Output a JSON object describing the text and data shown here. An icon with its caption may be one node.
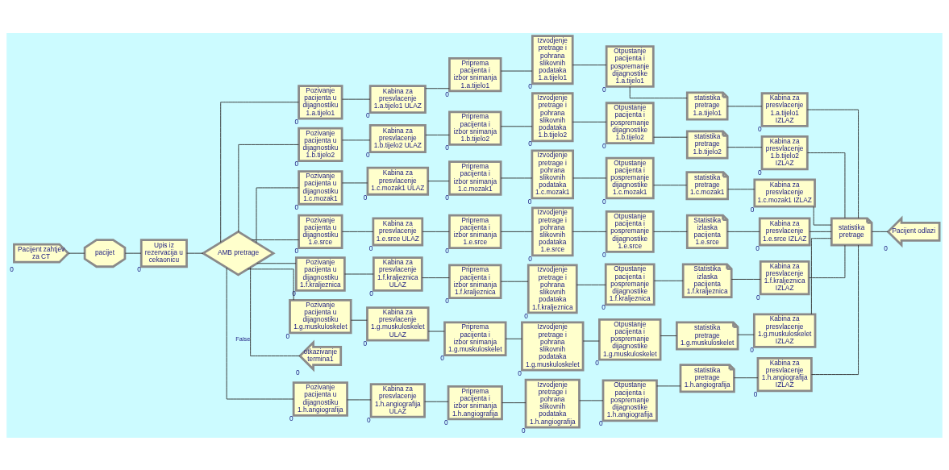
{
  "diagram": {
    "nodes": [
      {
        "text": [
          "Pacijent zahtjev za CT"
        ],
        "beside": [
          "0"
        ]
      },
      {
        "text": [
          "pacijet"
        ]
      },
      {
        "text": [
          "Upis iz rezervacija u cekaonicu"
        ],
        "beside": [
          "0"
        ]
      },
      {
        "text": [
          "AMB pretrage"
        ]
      },
      {
        "text": [
          "Pozivanje pacijenta u dijagnostiku 1.a.tijelo1"
        ],
        "beside": [
          "0"
        ]
      },
      {
        "text": [
          "Kabina za presvlacenje 1.a.tijelo1 ULAZ"
        ],
        "beside": [
          "0"
        ]
      },
      {
        "text": [
          "Priprema pacijenta i izbor snimanja 1.a.tijelo1"
        ],
        "beside": [
          "0"
        ]
      },
      {
        "text": [
          "Izvodjenje pretrage i pohrana slikovnih podataka 1.a.tijelo1"
        ],
        "beside": [
          "0"
        ]
      },
      {
        "text": [
          "Otpustanje pacijenta i pospremanje dijagnostike 1.a.tijelo1"
        ],
        "beside": [
          "0"
        ]
      },
      {
        "text": [
          "statistika pretrage 1.a.tijelo1"
        ]
      },
      {
        "text": [
          "Kabina za presvlacenje 1.a.tijelo1 IZLAZ"
        ],
        "beside": [
          "0"
        ]
      },
      {
        "text": [
          "Pozivanje pacijenta u dijagnostiku 1.b.tijelo2"
        ],
        "beside": [
          "0"
        ]
      },
      {
        "text": [
          "Kabina za presvlacenje 1.b.tijelo2 ULAZ"
        ],
        "beside": [
          "0"
        ]
      },
      {
        "text": [
          "Priprema pacijenta i izbor snimanja 1.b.tijelo2"
        ],
        "beside": [
          "0"
        ]
      },
      {
        "text": [
          "Izvodjenje pretrage i pohrana slikovnih podataka 1.b.tijelo2"
        ],
        "beside": [
          "0"
        ]
      },
      {
        "text": [
          "Otpustanje pacijenta i pospremanje dijagnostike 1.b.tijelo2"
        ],
        "beside": [
          "0"
        ]
      },
      {
        "text": [
          "statistika pretrage 1.b.tijelo2"
        ]
      },
      {
        "text": [
          "Kabina za presvlacenje 1.b.tijelo2 IZLAZ"
        ],
        "beside": [
          "0"
        ]
      },
      {
        "text": [
          "Pozivanje pacijenta u dijagnostiku 1.c.mozak1"
        ],
        "beside": [
          "0"
        ]
      },
      {
        "text": [
          "Kabina za presvlacenje 1.c.mozak1 ULAZ"
        ],
        "beside": [
          "0"
        ]
      },
      {
        "text": [
          "Priprema pacijenta i izbor snimanja 1.c.mozak1"
        ],
        "beside": [
          "0"
        ]
      },
      {
        "text": [
          "Izvodjenje pretrage i pohrana slikovnih podataka 1.c.mozak1"
        ],
        "beside": [
          "0"
        ]
      },
      {
        "text": [
          "Otpustanje pacijenta i pospremanje dijagnostike 1.c.mozak1"
        ],
        "beside": [
          "0"
        ]
      },
      {
        "text": [
          "statistika pretrage 1.c.mozak1"
        ]
      },
      {
        "text": [
          "Kabina za presvlacenje 1.c.mozak1 IZLAZ"
        ],
        "beside": [
          "0"
        ]
      },
      {
        "text": [
          "Pozivanje pacijenta u dijagnostiku 1.e.srce"
        ],
        "beside": [
          "0"
        ]
      },
      {
        "text": [
          "Kabina za presvlacenje 1.e.srce ULAZ"
        ],
        "beside": [
          "0"
        ]
      },
      {
        "text": [
          "Priprema pacijenta i izbor snimanja 1.e.srce"
        ],
        "beside": [
          "0"
        ]
      },
      {
        "text": [
          "Izvodjenje pretrage i pohrana slikovnih podataka 1.e.srce"
        ],
        "beside": [
          "0"
        ]
      },
      {
        "text": [
          "Otpustanje pacijenta i pospremanje dijagnostike 1.e.srce"
        ],
        "beside": [
          "0"
        ]
      },
      {
        "text": [
          "Statistika izlaska pacijenta 1.e.srce"
        ]
      },
      {
        "text": [
          "Kabina za presvlacenje 1.e.srce IZLAZ"
        ],
        "beside": [
          "0"
        ]
      },
      {
        "text": [
          "Pozivanje pacijenta u dijagnostiku 1.f.kraljeznica"
        ],
        "beside": [
          "0"
        ]
      },
      {
        "text": [
          "Kabina za presvlacenje 1.f.kraljeznica ULAZ"
        ],
        "beside": [
          "0"
        ]
      },
      {
        "text": [
          "Priprema pacijenta i izbor snimanja 1.f.kraljeznica"
        ],
        "beside": [
          "0"
        ]
      },
      {
        "text": [
          "Izvodjenje pretrage i pohrana slikovnih podataka 1.f.kraljeznica"
        ],
        "beside": [
          "0"
        ]
      },
      {
        "text": [
          "Otpustanje pacijenta i pospremanje dijagnostike 1.f.kraljeznica"
        ],
        "beside": [
          "0"
        ]
      },
      {
        "text": [
          "Statistika izlaska pacijenta 1.f.kraljeznica"
        ]
      },
      {
        "text": [
          "Kabina za presvlacenje 1.f.kraljeznica IZLAZ"
        ],
        "beside": [
          "0"
        ]
      },
      {
        "text": [
          "Pozivanje pacijenta u dijagnostiku 1.g.muskuloskelet"
        ],
        "beside": [
          "0"
        ]
      },
      {
        "text": [
          "Kabina za presvlacenje 1.g.muskuloskelet ULAZ"
        ],
        "beside": [
          "0"
        ]
      },
      {
        "text": [
          "Priprema pacijenta i izbor snimanja 1.g.muskuloskelet"
        ],
        "beside": [
          "0"
        ]
      },
      {
        "text": [
          "Izvodjenje pretrage i pohrana slikovnih podataka 1.g.muskuloskelet"
        ],
        "beside": [
          "0"
        ]
      },
      {
        "text": [
          "Otpustanje pacijenta i pospremanje dijagnostike 1.g.muskuloskelet"
        ],
        "beside": [
          "0"
        ]
      },
      {
        "text": [
          "statistika pretrage 1.g.muskuloskelet"
        ]
      },
      {
        "text": [
          "Kabina za presvlacenje 1.g.muskuloskelet IZLAZ"
        ],
        "beside": [
          "0"
        ]
      },
      {
        "text": [
          "otkazivanje termina1"
        ],
        "beside": [
          "0"
        ]
      },
      {
        "text": [
          "Pozivanje pacijenta u dijagnostiku 1.h.angiografija"
        ],
        "beside": [
          "0"
        ]
      },
      {
        "text": [
          "Kabina za presvlacenje 1.h.angiografija ULAZ"
        ],
        "beside": [
          "0"
        ]
      },
      {
        "text": [
          "Priprema pacijenta i izbor snimanja 1.h.angiografija"
        ],
        "beside": [
          "0"
        ]
      },
      {
        "text": [
          "Izvodjenje pretrage i pohrana slikovnih podataka 1.h.angiografija"
        ],
        "beside": [
          "0"
        ]
      },
      {
        "text": [
          "Otpustanje pacijenta i pospremanje dijagnostike 1.h.angiografija"
        ],
        "beside": [
          "0"
        ]
      },
      {
        "text": [
          "statistika pretrage 1.h.angiografija"
        ]
      },
      {
        "text": [
          "Kabina za presvlacenje 1.h.angiografija IZLAZ"
        ],
        "beside": [
          "0"
        ]
      },
      {
        "text": [
          "statistika pretrage"
        ]
      },
      {
        "text": [
          "Pacijent odlazi"
        ],
        "beside": [
          "0"
        ]
      }
    ],
    "edges": [
      {
        "from": 0,
        "to": 1,
        "arrow": "none"
      },
      {
        "from": 1,
        "to": 2,
        "arrow": "none"
      },
      {
        "from": 2,
        "to": 3,
        "arrow": "none"
      },
      {
        "from": 3,
        "to": 4,
        "arrow": "none"
      },
      {
        "from": 3,
        "to": 11,
        "arrow": "none"
      },
      {
        "from": 3,
        "to": 18,
        "arrow": "none"
      },
      {
        "from": 3,
        "to": 25,
        "arrow": "none"
      },
      {
        "from": 3,
        "to": 32,
        "arrow": "none"
      },
      {
        "from": 3,
        "to": 39,
        "arrow": "none"
      },
      {
        "from": 3,
        "to": 47,
        "arrow": "none"
      },
      {
        "from": 3,
        "to": 46,
        "label": "False",
        "arrow": "none"
      },
      {
        "from": 4,
        "to": 5,
        "arrow": "none"
      },
      {
        "from": 5,
        "to": 6,
        "arrow": "none"
      },
      {
        "from": 6,
        "to": 7,
        "arrow": "none"
      },
      {
        "from": 7,
        "to": 8,
        "arrow": "none"
      },
      {
        "from": 8,
        "to": 9,
        "arrow": "none"
      },
      {
        "from": 9,
        "to": 10,
        "arrow": "none"
      },
      {
        "from": 11,
        "to": 12,
        "arrow": "none"
      },
      {
        "from": 12,
        "to": 13,
        "arrow": "none"
      },
      {
        "from": 13,
        "to": 14,
        "arrow": "none"
      },
      {
        "from": 14,
        "to": 15,
        "arrow": "none"
      },
      {
        "from": 15,
        "to": 16,
        "arrow": "none"
      },
      {
        "from": 16,
        "to": 17,
        "arrow": "none"
      },
      {
        "from": 18,
        "to": 19,
        "arrow": "none"
      },
      {
        "from": 19,
        "to": 20,
        "arrow": "none"
      },
      {
        "from": 20,
        "to": 21,
        "arrow": "none"
      },
      {
        "from": 21,
        "to": 22,
        "arrow": "none"
      },
      {
        "from": 22,
        "to": 23,
        "arrow": "none"
      },
      {
        "from": 23,
        "to": 24,
        "arrow": "none"
      },
      {
        "from": 25,
        "to": 26,
        "arrow": "none"
      },
      {
        "from": 26,
        "to": 27,
        "arrow": "none"
      },
      {
        "from": 27,
        "to": 28,
        "arrow": "none"
      },
      {
        "from": 28,
        "to": 29,
        "arrow": "none"
      },
      {
        "from": 29,
        "to": 30,
        "arrow": "none"
      },
      {
        "from": 30,
        "to": 31,
        "arrow": "none"
      },
      {
        "from": 32,
        "to": 33,
        "arrow": "none"
      },
      {
        "from": 33,
        "to": 34,
        "arrow": "none"
      },
      {
        "from": 34,
        "to": 35,
        "arrow": "none"
      },
      {
        "from": 35,
        "to": 36,
        "arrow": "none"
      },
      {
        "from": 36,
        "to": 37,
        "arrow": "none"
      },
      {
        "from": 37,
        "to": 38,
        "arrow": "none"
      },
      {
        "from": 39,
        "to": 40,
        "arrow": "none"
      },
      {
        "from": 40,
        "to": 41,
        "arrow": "none"
      },
      {
        "from": 41,
        "to": 42,
        "arrow": "none"
      },
      {
        "from": 42,
        "to": 43,
        "arrow": "none"
      },
      {
        "from": 43,
        "to": 44,
        "arrow": "none"
      },
      {
        "from": 44,
        "to": 45,
        "arrow": "none"
      },
      {
        "from": 47,
        "to": 48,
        "arrow": "none"
      },
      {
        "from": 48,
        "to": 49,
        "arrow": "none"
      },
      {
        "from": 49,
        "to": 50,
        "arrow": "none"
      },
      {
        "from": 50,
        "to": 51,
        "arrow": "none"
      },
      {
        "from": 51,
        "to": 52,
        "arrow": "none"
      },
      {
        "from": 52,
        "to": 53,
        "arrow": "none"
      },
      {
        "from": 10,
        "to": 54,
        "arrow": "none"
      },
      {
        "from": 17,
        "to": 54,
        "arrow": "none"
      },
      {
        "from": 24,
        "to": 54,
        "arrow": "none"
      },
      {
        "from": 31,
        "to": 54,
        "arrow": "none"
      },
      {
        "from": 38,
        "to": 54,
        "arrow": "none"
      },
      {
        "from": 45,
        "to": 54,
        "arrow": "none"
      },
      {
        "from": 53,
        "to": 54,
        "arrow": "none"
      },
      {
        "from": 54,
        "to": 55,
        "arrow": "none"
      }
    ]
  }
}
